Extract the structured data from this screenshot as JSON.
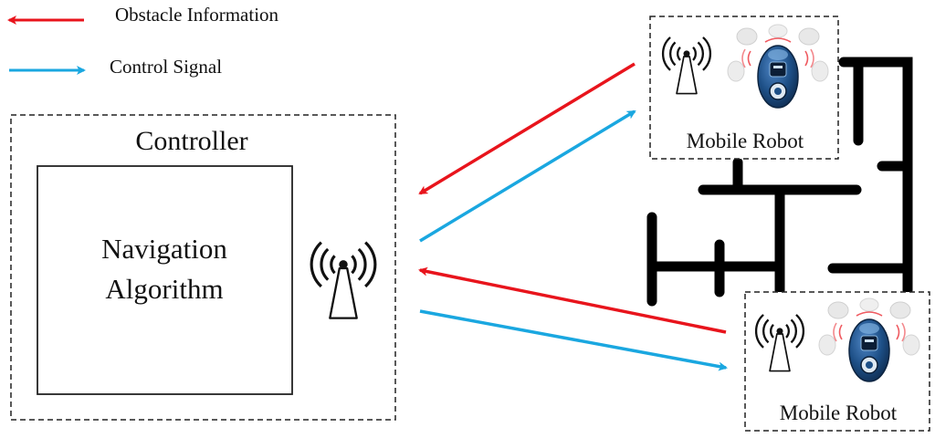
{
  "legend": {
    "obstacle_info": "Obstacle Information",
    "control_signal": "Control Signal"
  },
  "controller": {
    "title": "Controller",
    "algorithm_line1": "Navigation",
    "algorithm_line2": "Algorithm"
  },
  "robots": {
    "top_label": "Mobile Robot",
    "bottom_label": "Mobile Robot"
  },
  "colors": {
    "obstacle_arrow": "#e8141c",
    "control_arrow": "#1aa7e0",
    "maze_wall": "#000000",
    "robot_body": "#1d4f86"
  },
  "icons": {
    "antenna": "wireless-antenna-icon",
    "robot": "vacuum-robot-icon"
  }
}
